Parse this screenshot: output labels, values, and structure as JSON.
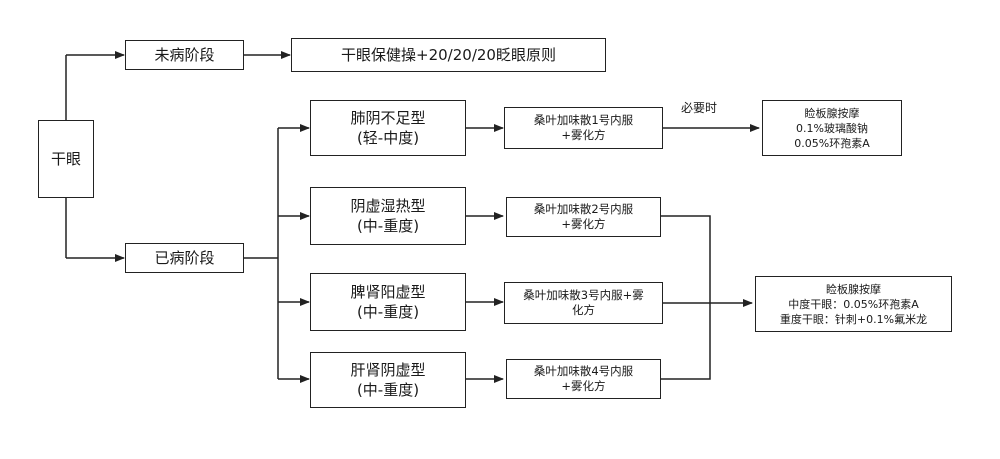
{
  "root": "干眼",
  "stages": {
    "not_ill": "未病阶段",
    "ill": "已病阶段"
  },
  "prevention": "干眼保健操+20/20/20眨眼原则",
  "syndromes": [
    {
      "name": "肺阴不足型",
      "severity": "(轻-中度)"
    },
    {
      "name": "阴虚湿热型",
      "severity": "(中-重度)"
    },
    {
      "name": "脾肾阳虚型",
      "severity": "(中-重度)"
    },
    {
      "name": "肝肾阴虚型",
      "severity": "(中-重度)"
    }
  ],
  "treatments": [
    {
      "line1": "桑叶加味散1号内服",
      "line2": "+雾化方"
    },
    {
      "line1": "桑叶加味散2号内服",
      "line2": "+雾化方"
    },
    {
      "line1": "桑叶加味散3号内服+雾",
      "line2": "化方"
    },
    {
      "line1": "桑叶加味散4号内服",
      "line2": "+雾化方"
    }
  ],
  "when_necessary": "必要时",
  "mild_addon": {
    "line1": "睑板腺按摩",
    "line2": "0.1%玻璃酸钠",
    "line3": "0.05%环孢素A"
  },
  "severe_addon": {
    "line1": "睑板腺按摩",
    "line2": "中度干眼：0.05%环孢素A",
    "line3": "重度干眼：针刺+0.1%氟米龙"
  }
}
